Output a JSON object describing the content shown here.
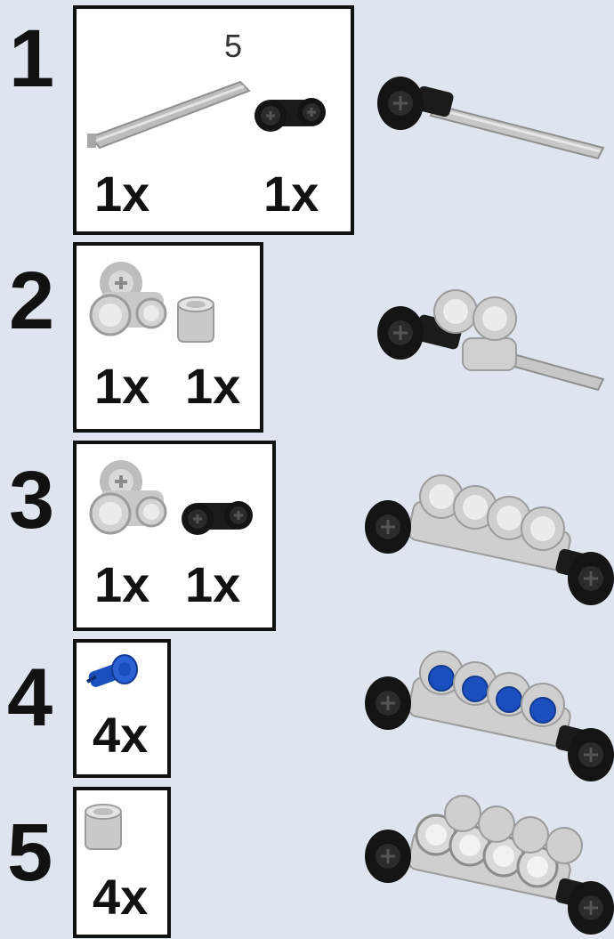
{
  "colors": {
    "background": "#dfe5ee",
    "light_gray": "#c8c8c8",
    "dark_black": "#141414",
    "blue": "#1a4fbf"
  },
  "steps": [
    {
      "number": "1",
      "parts": [
        {
          "icon": "axle-5-icon",
          "label": "5",
          "qty": "1x"
        },
        {
          "icon": "black-connector-icon",
          "qty": "1x"
        }
      ]
    },
    {
      "number": "2",
      "parts": [
        {
          "icon": "gray-double-connector-icon",
          "qty": "1x"
        },
        {
          "icon": "gray-bush-icon",
          "qty": "1x"
        }
      ]
    },
    {
      "number": "3",
      "parts": [
        {
          "icon": "gray-double-connector-icon",
          "qty": "1x"
        },
        {
          "icon": "black-connector-icon",
          "qty": "1x"
        }
      ]
    },
    {
      "number": "4",
      "parts": [
        {
          "icon": "blue-pin-icon",
          "qty": "4x"
        }
      ]
    },
    {
      "number": "5",
      "parts": [
        {
          "icon": "gray-bush-icon",
          "qty": "4x"
        }
      ]
    }
  ]
}
